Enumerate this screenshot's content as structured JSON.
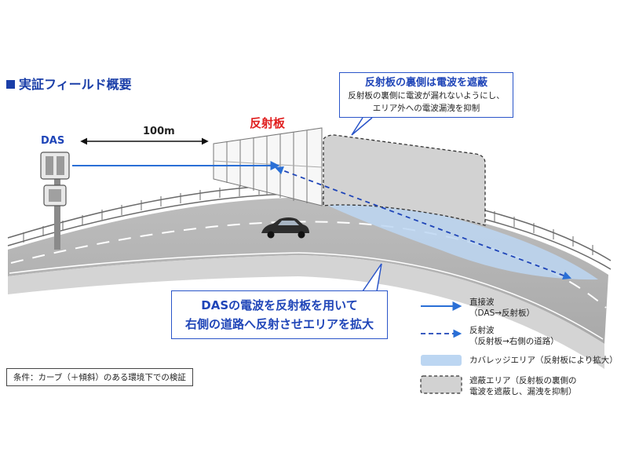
{
  "section_title": "実証フィールド概要",
  "labels": {
    "das": "DAS",
    "distance": "100m",
    "reflector": "反射板"
  },
  "callout_top": {
    "heading": "反射板の裏側は電波を遮蔽",
    "line1": "反射板の裏側に電波が漏れないようにし、",
    "line2": "エリア外への電波漏洩を抑制"
  },
  "callout_main": {
    "line1": "DASの電波を反射板を用いて",
    "line2": "右側の道路へ反射させエリアを拡大"
  },
  "legend": {
    "direct": {
      "line1": "直接波",
      "line2": "（DAS→反射板）"
    },
    "reflected": {
      "line1": "反射波",
      "line2": "（反射板→右側の道路）"
    },
    "coverage": {
      "line1": "カバレッジエリア（反射板により拡大）"
    },
    "shield": {
      "line1": "遮蔽エリア（反射板の裏側の",
      "line2": "電波を遮蔽し、漏洩を抑制）"
    }
  },
  "condition": "条件：カーブ（＋傾斜）のある環境下での検証",
  "colors": {
    "accent_blue": "#1f45b8",
    "arrow_blue": "#2a6fd6",
    "reflector_red": "#e02020",
    "coverage_fill": "#bcd6f2",
    "shield_fill": "#d6d6d6"
  }
}
